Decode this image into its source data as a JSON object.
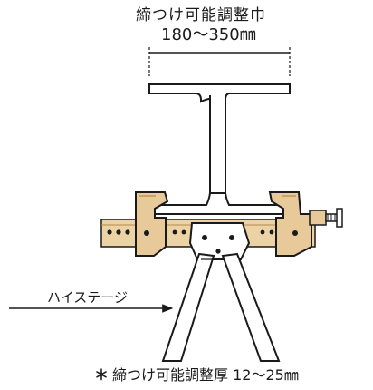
{
  "labels": {
    "clamp_width_title": "締つけ可能調整巾",
    "clamp_width_range": "180～350㎜",
    "stage_name": "ハイステージ",
    "thickness_mark": "＊",
    "thickness_text": "締つけ可能調整厚 12～25㎜"
  },
  "colors": {
    "line": "#1a1a1a",
    "beam_fill": "#ffffff",
    "clamp_fill": "#e8c99a",
    "clamp_shade": "#d9ad6e",
    "bar_fill": "#ecd3a6",
    "leg_fill": "#ffffff"
  }
}
